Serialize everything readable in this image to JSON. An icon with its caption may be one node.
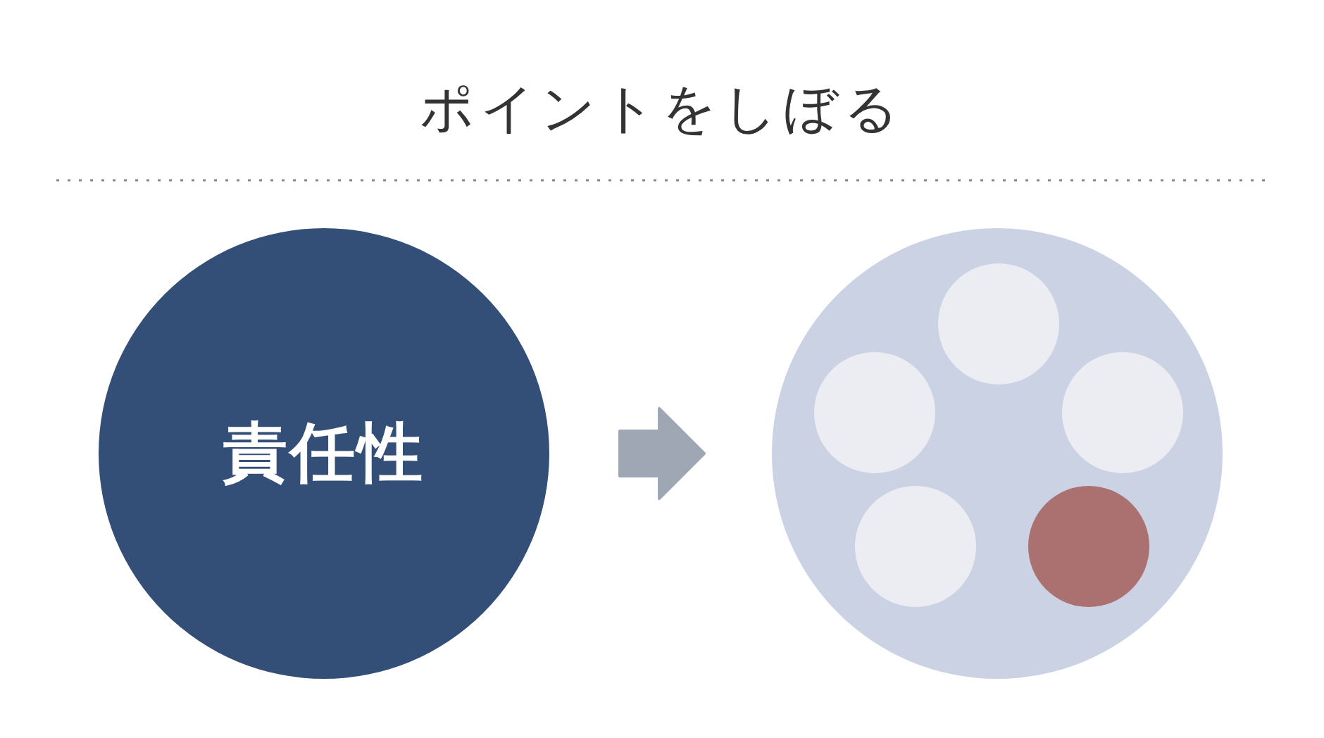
{
  "diagram": {
    "title": "ポイントをしぼる",
    "nodes": [
      {
        "text": [
          "責任性"
        ]
      },
      {
        "text": [],
        "shape": "circle"
      },
      {
        "text": [],
        "shape": "circle",
        "in": 1
      },
      {
        "text": [],
        "shape": "circle",
        "in": 1
      },
      {
        "text": [],
        "shape": "circle",
        "in": 1
      },
      {
        "text": [],
        "shape": "circle",
        "in": 1
      },
      {
        "text": [],
        "shape": "circle",
        "in": 1
      }
    ],
    "edges": [
      {
        "from": 0,
        "to": 1,
        "arrow": "to"
      }
    ]
  }
}
